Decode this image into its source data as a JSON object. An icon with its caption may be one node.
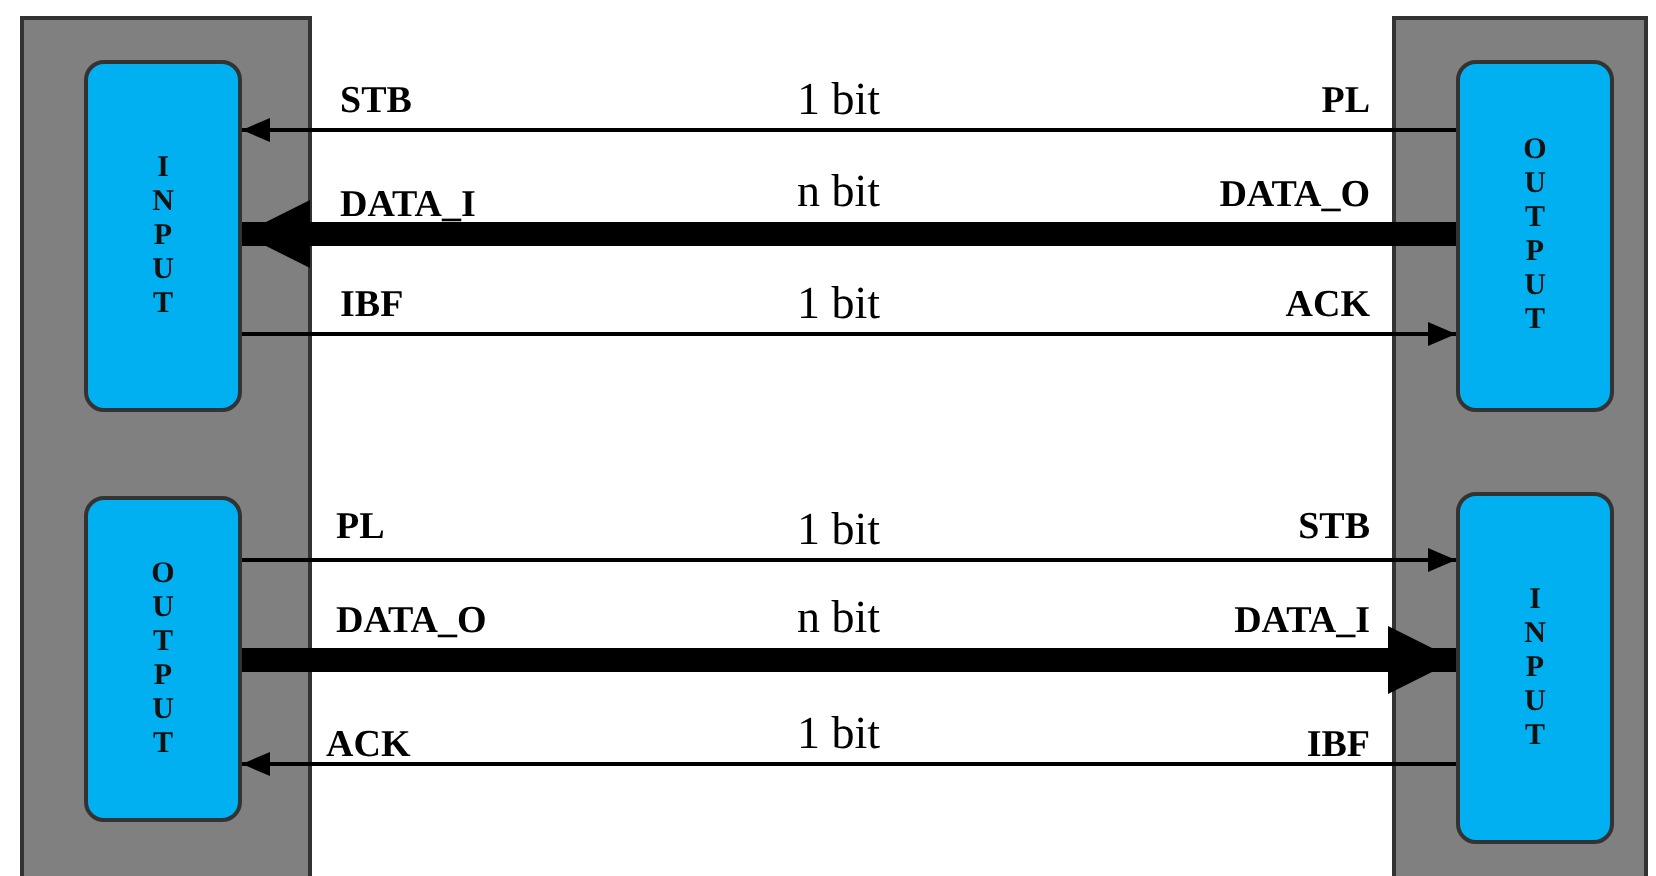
{
  "diagram": {
    "nodes": [
      {
        "text": [],
        "shape": "box"
      },
      {
        "text": [
          "INPUT"
        ],
        "in": 0
      },
      {
        "text": [
          "OUTPUT"
        ],
        "in": 0
      },
      {
        "text": [],
        "shape": "box"
      },
      {
        "text": [
          "OUTPUT"
        ],
        "in": 3
      },
      {
        "text": [
          "INPUT"
        ],
        "in": 3
      }
    ],
    "edges": [
      {
        "from": 4,
        "to": 1,
        "arrow": "to",
        "label": "1 bit"
      },
      {
        "from": 4,
        "to": 1,
        "arrow": "to",
        "label": "n bit",
        "style": "thick"
      },
      {
        "from": 1,
        "to": 4,
        "arrow": "to",
        "label": "1 bit"
      },
      {
        "from": 2,
        "to": 5,
        "arrow": "to",
        "label": "1 bit"
      },
      {
        "from": 2,
        "to": 5,
        "arrow": "to",
        "label": "n bit",
        "style": "thick"
      },
      {
        "from": 5,
        "to": 2,
        "arrow": "to",
        "label": "1 bit"
      }
    ],
    "labels": [
      "STB",
      "PL",
      "DATA_I",
      "DATA_O",
      "IBF",
      "ACK",
      "PL",
      "STB",
      "DATA_O",
      "DATA_I",
      "ACK",
      "IBF"
    ]
  }
}
